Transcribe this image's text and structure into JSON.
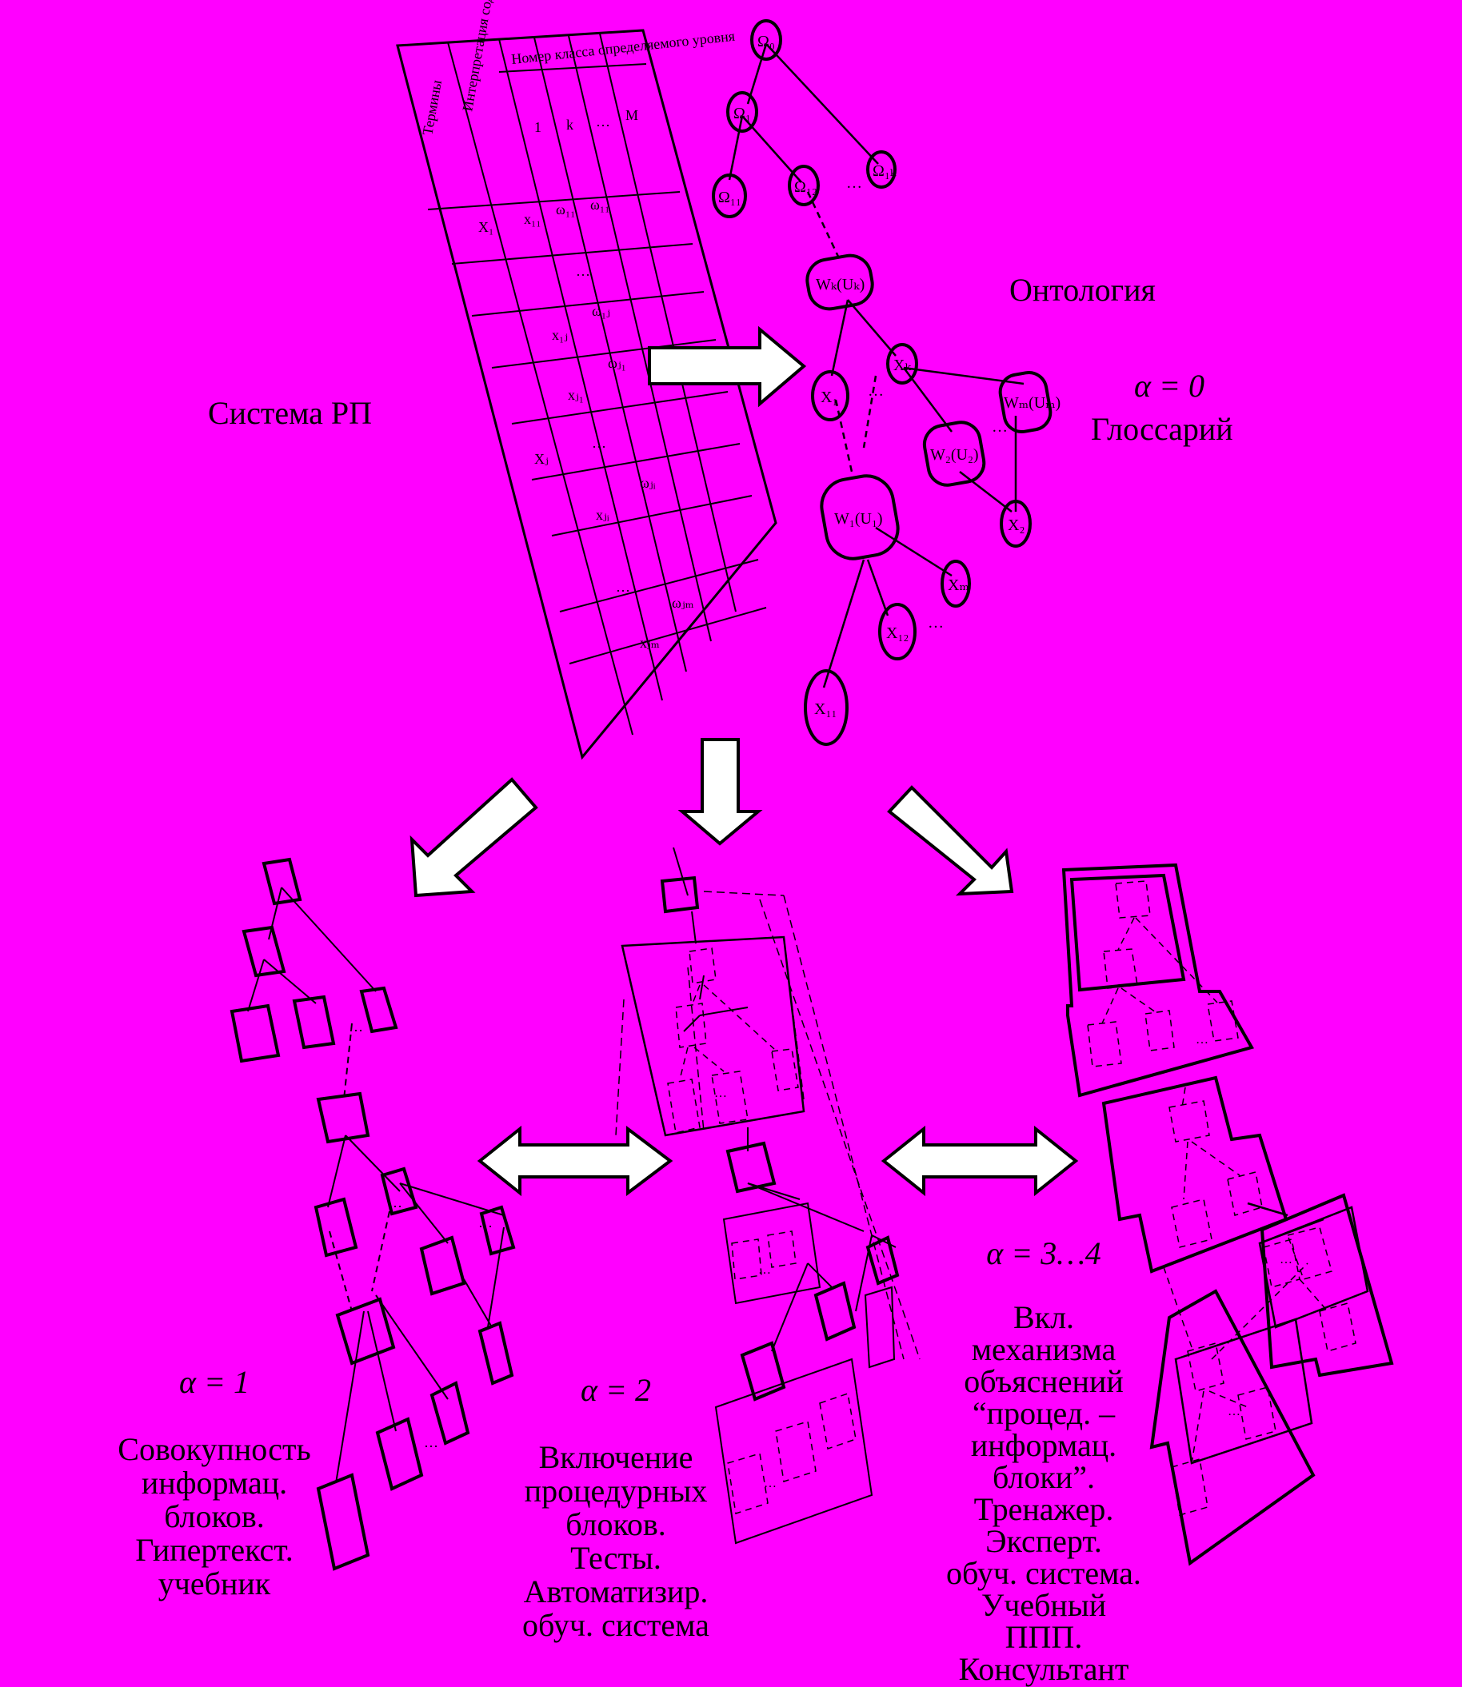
{
  "labels": {
    "system": "Система РП",
    "ontology": "Онтология",
    "glossary_alpha": "α = 0",
    "glossary": "Глоссарий",
    "l1_alpha": "α = 1",
    "l1_text": "Совокупность\nинформац.\nблоков.\nГипертекст.\nучебник",
    "l2_alpha": "α = 2",
    "l2_text": "Включение\nпроцедурных\nблоков.\nТесты.\nАвтоматизир.\nобуч. система",
    "l34_alpha": "α = 3…4",
    "l34_text": "Вкл.\nмеханизма\nобъяснений\n“процед. –\nинформац.\nблоки”.\nТренажер.\nЭксперт.\nобуч. система.\nУчебный\nППП.\nКонсультант"
  },
  "table": {
    "col_term": "Термины",
    "col_interpret": "Интерпретация\nсодержания",
    "col_levels": "Номер класса определяемого уровня",
    "level_numbers": [
      "1",
      "k",
      "…",
      "M"
    ],
    "row_x1": "X₁",
    "row_xj": "Xⱼ",
    "cells": [
      "x₁₁",
      "ω₁₁",
      "ω₁₁",
      "x₁ⱼ",
      "ω₁ⱼ",
      "xⱼ₁",
      "ωⱼ₁",
      "xⱼᵢ",
      "ωⱼᵢ",
      "xⱼₘ",
      "ωⱼₘ"
    ],
    "dots": "…"
  },
  "ontology_nodes": {
    "omega0": "Ω₀",
    "omega1": "Ω₁",
    "omega11": "Ω₁₁",
    "omega12": "Ω₁₂",
    "omega1k": "Ω₁ₖ",
    "wk": "Wₖ(Uₖ)",
    "x1": "X₁",
    "xk": "Xₖ",
    "wm": "Wₘ(Uₘ)",
    "w2": "W₂(U₂)",
    "x2": "X₂",
    "w1": "W₁(U₁)",
    "xm1": "Xₘ",
    "x12": "X₁₂",
    "x11": "X₁₁",
    "dots": "…"
  }
}
